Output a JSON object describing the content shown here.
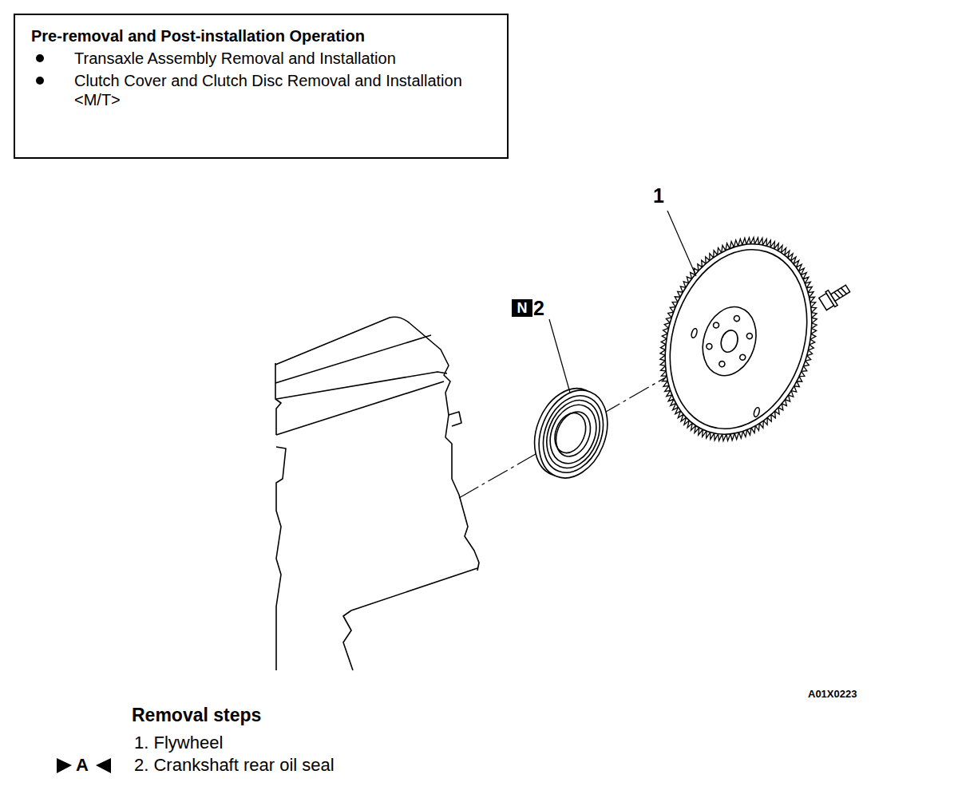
{
  "diagram": {
    "nodes": [
      {
        "text": [
          "Pre-removal and Post-installation Operation",
          "Transaxle Assembly Removal and Installation",
          "Clutch Cover and Clutch Disc Removal and Installation <M/T>"
        ]
      },
      {
        "text": [
          "N"
        ]
      }
    ],
    "labels": [
      "1",
      "2",
      "A01X0223",
      "Removal steps",
      "1. Flywheel",
      "A",
      "2. Crankshaft rear oil seal"
    ]
  }
}
